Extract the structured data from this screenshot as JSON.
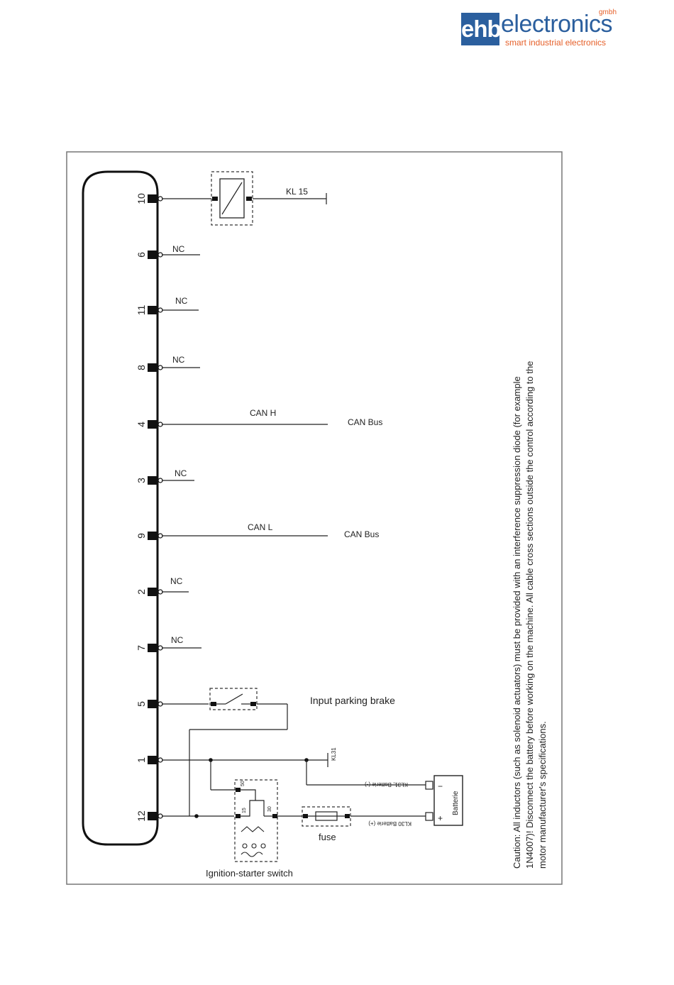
{
  "logo": {
    "mark": "ehb",
    "word": "electronics",
    "suffix": "gmbh",
    "tagline": "smart industrial electronics"
  },
  "pins": [
    {
      "number": "10",
      "label": "KL 15"
    },
    {
      "number": "6",
      "label": "NC"
    },
    {
      "number": "11",
      "label": "NC"
    },
    {
      "number": "8",
      "label": "NC"
    },
    {
      "number": "4",
      "label": "CAN H",
      "target": "CAN Bus"
    },
    {
      "number": "3",
      "label": "NC"
    },
    {
      "number": "9",
      "label": "CAN L",
      "target": "CAN Bus"
    },
    {
      "number": "2",
      "label": "NC"
    },
    {
      "number": "7",
      "label": "NC"
    },
    {
      "number": "5",
      "label": "Input parking brake"
    },
    {
      "number": "1",
      "label": "KL 31"
    },
    {
      "number": "12",
      "label": ""
    }
  ],
  "components": {
    "parking_brake": "Input parking brake",
    "fuse": "fuse",
    "ignition": "Ignition-starter switch",
    "battery": "Batterie",
    "battery_plus": "+",
    "battery_minus": "−",
    "kl31": "KL31",
    "kl31_battery": "KL31, Batterie (-)",
    "kl30_battery": "KL30 Batterie (+)",
    "switch_terminal_50": "50",
    "switch_terminal_30": "30",
    "switch_terminal_15": "15"
  },
  "caution": {
    "line1": "Caution: All inductors (such as solenoid actuators) must be provided with an interference suppression diode (for example",
    "line2": "1N4007)!  Disconnect the battery before working on the machine. All cable cross sections outside the control according to the",
    "line3": "motor manufacturer's specifications."
  }
}
